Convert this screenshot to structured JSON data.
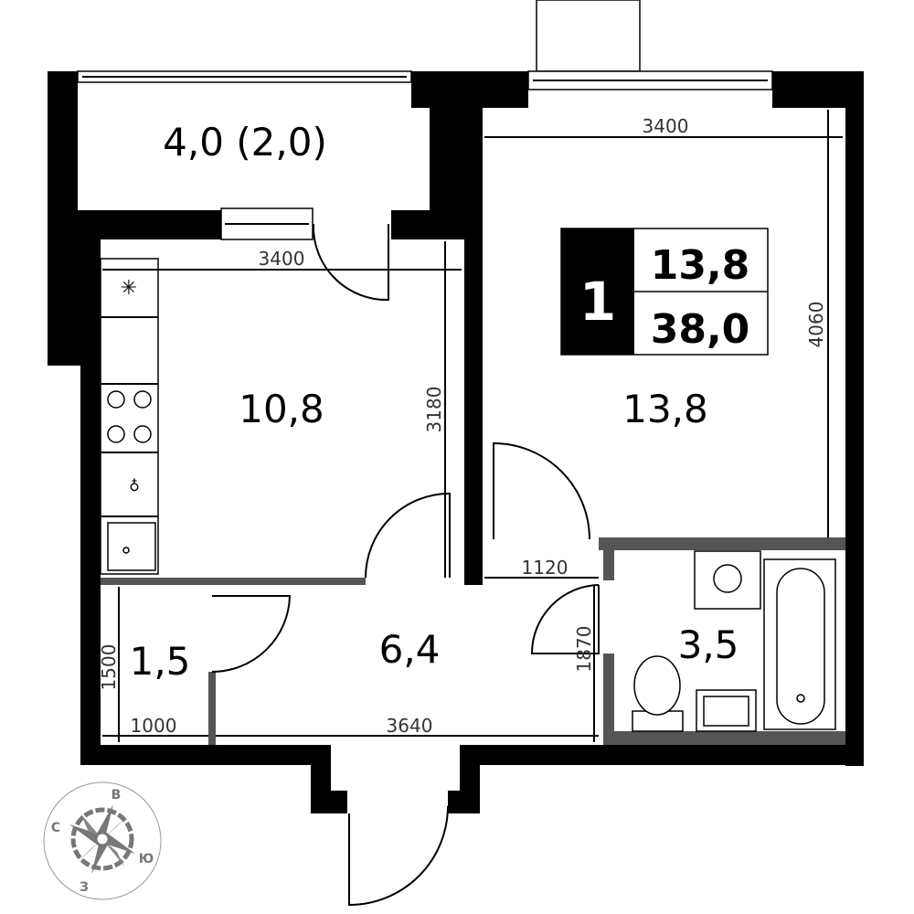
{
  "rooms": {
    "balcony": "4,0 (2,0)",
    "kitchen": "10,8",
    "living": "13,8",
    "hall": "6,4",
    "wardrobe": "1,5",
    "bathroom": "3,5"
  },
  "dimensions": {
    "living_width": "3400",
    "living_length": "4060",
    "kitchen_width": "3400",
    "kitchen_length": "3180",
    "hall_door_gap": "1120",
    "bath_length": "1870",
    "wardrobe_length": "1500",
    "wardrobe_width": "1000",
    "hall_width": "3640"
  },
  "info_box": {
    "rooms_count": "1",
    "living_area": "13,8",
    "total_area": "38,0"
  },
  "compass": {
    "north": "С",
    "east": "В",
    "south": "Ю",
    "west": "З"
  }
}
